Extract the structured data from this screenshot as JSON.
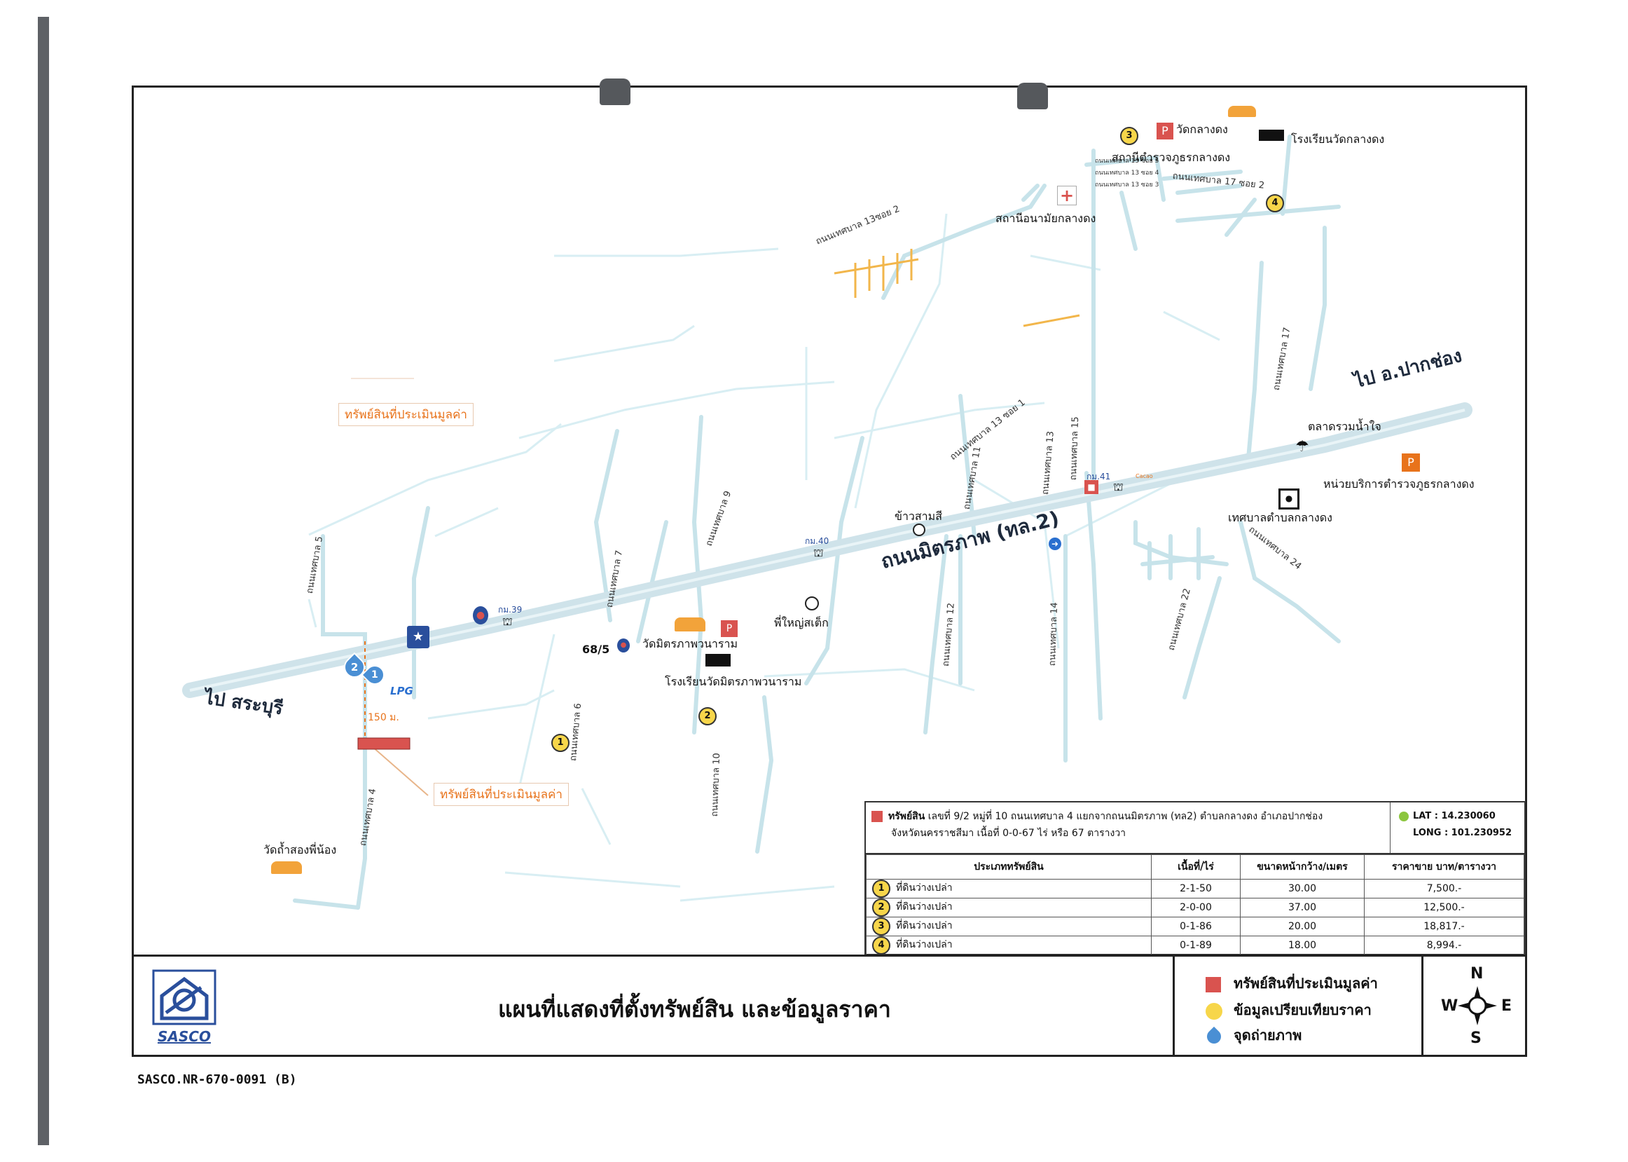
{
  "map": {
    "main_road": "ถนนมิตรภาพ (ทล.2)",
    "to_west": "ไป สระบุรี",
    "to_east": "ไป อ.ปากช่อง",
    "assessed_label_top": "ทรัพย์สินที่ประเมินมูลค่า",
    "assessed_label_bottom": "ทรัพย์สินที่ประเมินมูลค่า",
    "distance": "150 ม.",
    "lpg": "LPG",
    "roads": {
      "r4": "ถนนเทศบาล 4",
      "r5": "ถนนเทศบาล 5",
      "r6": "ถนนเทศบาล 6",
      "r7": "ถนนเทศบาล 7",
      "r9": "ถนนเทศบาล 9",
      "r10": "ถนนเทศบาล 10",
      "r11": "ถนนเทศบาล 11",
      "r12": "ถนนเทศบาล 12",
      "r13": "ถนนเทศบาล 13",
      "r14": "ถนนเทศบาล 14",
      "r15": "ถนนเทศบาล 15",
      "r17": "ถนนเทศบาล 17",
      "r22": "ถนนเทศบาล 22",
      "r24": "ถนนเทศบาล 24",
      "r13s1": "ถนนเทศบาล 13 ซอย 1",
      "r13s2": "ถนนเทศบาล 13ซอย 2",
      "r13s3": "ถนนเทศบาล 13 ซอย 3",
      "r13s4": "ถนนเทศบาล 13 ซอย 4",
      "r13s5": "ถนนเทศบาล 13 ซอย 5",
      "r17s2": "ถนนเทศบาล 17 ซอย 2"
    },
    "km": {
      "k39": "กม.39",
      "k40": "กม.40",
      "k41": "กม.41"
    },
    "places": {
      "wat_tham": "วัดถ้ำสองพี่น้อง",
      "wat_mitr": "วัดมิตรภาพวนาราม",
      "school_mitr": "โรงเรียนวัดมิตรภาพวนาราม",
      "num_685": "68/5",
      "phi_yai": "พี่ใหญ่สเต็ก",
      "khao_sam_si": "ข้าวสามสี",
      "health": "สถานีอนามัยกลางดง",
      "wat_klang": "วัดกลางดง",
      "police_klang": "สถานีตำรวจภูธรกลางดง",
      "school_klang": "โรงเรียนวัดกลางดง",
      "market": "ตลาดรวมน้ำใจ",
      "police_unit": "หน่วยบริการตำรวจภูธรกลางดง",
      "municipality": "เทศบาลตำบลกลางดง",
      "cacao": "Cacao"
    },
    "markers": {
      "m1": "1",
      "m2": "2",
      "m3": "3",
      "m4": "4",
      "p1": "1",
      "p2": "2"
    }
  },
  "info": {
    "asset_label": "ทรัพย์สิน",
    "asset_desc": "เลขที่ 9/2 หมู่ที่ 10 ถนนเทศบาล 4 แยกจากถนนมิตรภาพ (ทล2) ตำบลกลางดง อำเภอปากช่อง",
    "asset_desc2": "จังหวัดนครราชสีมา เนื้อที่ 0-0-67 ไร่ หรือ 67 ตารางวา",
    "lat": "LAT : 14.230060",
    "long": "LONG : 101.230952",
    "headers": [
      "ประเภททรัพย์สิน",
      "เนื้อที่/ไร่",
      "ขนาดหน้ากว้าง/เมตร",
      "ราคาขาย บาท/ตารางวา"
    ],
    "rows": [
      {
        "num": "1",
        "type": "ที่ดินว่างเปล่า",
        "area": "2-1-50",
        "width": "30.00",
        "price": "7,500.-"
      },
      {
        "num": "2",
        "type": "ที่ดินว่างเปล่า",
        "area": "2-0-00",
        "width": "37.00",
        "price": "12,500.-"
      },
      {
        "num": "3",
        "type": "ที่ดินว่างเปล่า",
        "area": "0-1-86",
        "width": "20.00",
        "price": "18,817.-"
      },
      {
        "num": "4",
        "type": "ที่ดินว่างเปล่า",
        "area": "0-1-89",
        "width": "18.00",
        "price": "8,994.-"
      }
    ]
  },
  "title": {
    "logo": "SASCO",
    "main": "แผนที่แสดงที่ตั้งทรัพย์สิน และข้อมูลราคา",
    "legend": [
      "ทรัพย์สินที่ประเมินมูลค่า",
      "ข้อมูลเปรียบเทียบราคา",
      "จุดถ่ายภาพ"
    ],
    "compass": {
      "n": "N",
      "s": "S",
      "e": "E",
      "w": "W"
    }
  },
  "doc_code": "SASCO.NR-670-0091 (B)",
  "colors": {
    "road_main": "#cfe3ea",
    "road_minor": "#bcdde6",
    "accent_orange": "#e8731b",
    "asset_red": "#d9534f",
    "comp_yellow": "#f7d64a",
    "photo_blue": "#4a8fd4"
  }
}
